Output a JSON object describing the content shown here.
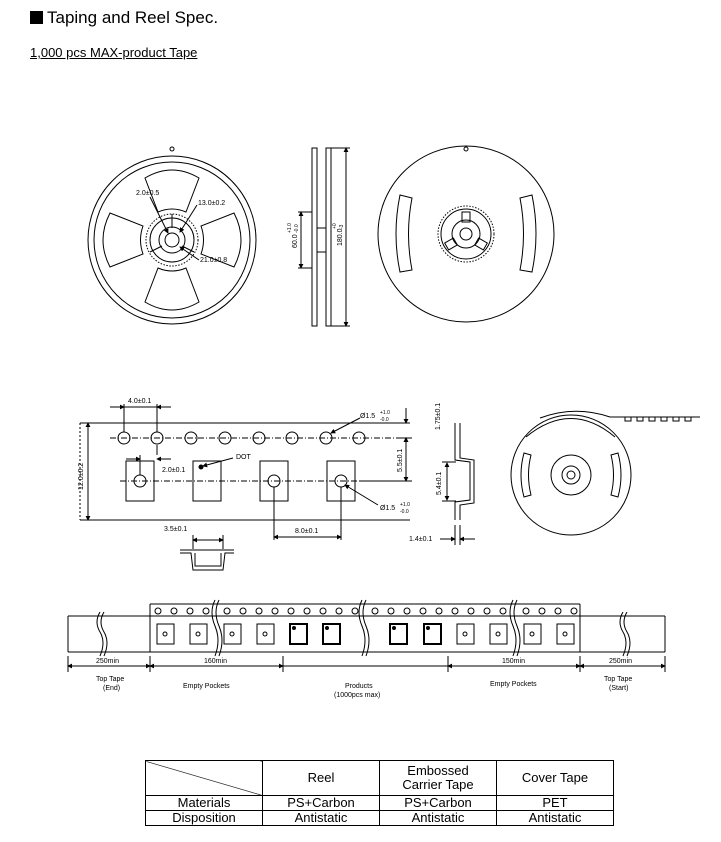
{
  "header": {
    "title": "Taping and Reel Spec.",
    "subtitle": "1,000 pcs MAX-product Tape"
  },
  "reel_drawing": {
    "dim_hole": "2.0±0.5",
    "dim_hub": "13.0±0.2",
    "dim_inner": "21.0±0.8",
    "dim_hub_width": "60.0",
    "dim_hub_tol_plus": "+1.0",
    "dim_hub_tol_minus": "-0.0",
    "dim_diameter": "180.0",
    "dim_diameter_tol_plus": "+0",
    "dim_diameter_tol_minus": "-3"
  },
  "tape_drawing": {
    "pitch_hole": "4.0±0.1",
    "hole_dia": "Ø1.5",
    "hole_tol_plus": "+1.0",
    "hole_tol_minus": "-0.0",
    "edge": "1.75±0.1",
    "width": "12.0±0.2",
    "offset": "2.0±0.1",
    "dot": "DOT",
    "pitch_pocket": "8.0±0.1",
    "pocket_hole": "Ø1.5",
    "pocket_hole_tol_plus": "+1.0",
    "pocket_hole_tol_minus": "-0.0",
    "center": "5.5±0.1",
    "pocket_h": "5.4±0.1",
    "thickness": "1.4±0.1",
    "pocket_w": "3.5±0.1"
  },
  "leader_drawing": {
    "len_left": "250min",
    "len_empty_left": "160min",
    "len_empty_right": "150min",
    "len_right": "250min",
    "label_top_end": "Top Tape",
    "label_top_end_2": "(End)",
    "label_empty_left": "Empty Pockets",
    "label_products": "Products",
    "label_products_2": "(1000pcs max)",
    "label_empty_right": "Empty Pockets",
    "label_top_start": "Top Tape",
    "label_top_start_2": "(Start)"
  },
  "spec_table": {
    "headers": [
      "Reel",
      "Embossed",
      "Carrier Tape",
      "Cover Tape"
    ],
    "rows": [
      {
        "label": "Materials",
        "reel": "PS+Carbon",
        "carrier": "PS+Carbon",
        "cover": "PET"
      },
      {
        "label": "Disposition",
        "reel": "Antistatic",
        "carrier": "Antistatic",
        "cover": "Antistatic"
      }
    ]
  }
}
